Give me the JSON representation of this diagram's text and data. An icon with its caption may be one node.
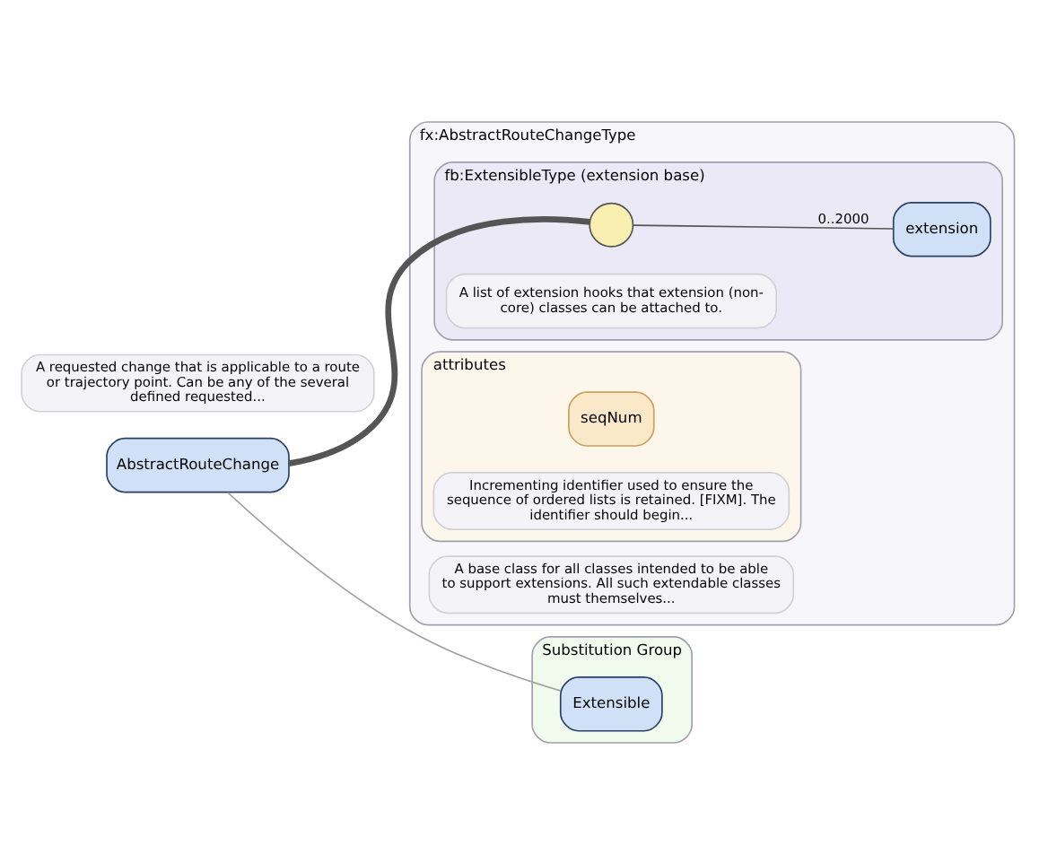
{
  "diagram": {
    "nodes": [
      {
        "text": [
          "AbstractRouteChange"
        ]
      },
      {
        "text": [
          "fx:AbstractRouteChangeType"
        ]
      },
      {
        "text": [
          "fb:ExtensibleType (extension base)"
        ],
        "in": 1
      },
      {
        "text": [],
        "shape": "circle",
        "in": 2
      },
      {
        "text": [
          "extension"
        ],
        "in": 2
      },
      {
        "text": [
          "A list of extension hooks that extension (non-core) classes can be attached to."
        ],
        "in": 2
      },
      {
        "text": [
          "A base class for all classes intended to be able to support extensions. All such extendable classes must themselves..."
        ],
        "in": 1
      },
      {
        "text": [
          "attributes"
        ],
        "in": 1
      },
      {
        "text": [
          "seqNum"
        ],
        "in": 7
      },
      {
        "text": [
          "Incrementing identifier used to ensure the sequence of ordered lists is retained. [FIXM]. The identifier should begin..."
        ],
        "in": 7
      },
      {
        "text": [
          "A requested change that is applicable to a route or trajectory point. Can be any of the several defined requested..."
        ]
      },
      {
        "text": [
          "Substitution Group"
        ]
      },
      {
        "text": [
          "Extensible"
        ],
        "in": 11
      }
    ],
    "edges": [
      {
        "from": 0,
        "to": 3,
        "arrow": "none",
        "style": "thick"
      },
      {
        "from": 3,
        "to": 4,
        "arrow": "none",
        "label": "0..2000"
      },
      {
        "from": 0,
        "to": 12,
        "arrow": "none",
        "color": "#a0a0a0"
      }
    ]
  }
}
